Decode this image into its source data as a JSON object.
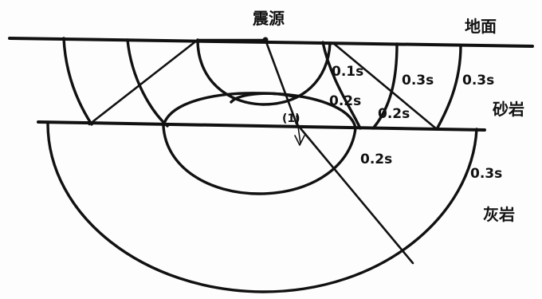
{
  "labels": {
    "source": "震源",
    "ground": "地面",
    "sandstone": "砂岩",
    "limestone": "灰岩",
    "center_mark": "(1)"
  },
  "times": {
    "t01": "0.1s",
    "t02_upper": "0.2s",
    "t02_right": "0.2s",
    "t02_lower": "0.2s",
    "t03_mid": "0.3s",
    "t03_right": "0.3s",
    "t03_lower": "0.3s"
  },
  "colors": {
    "ink": "#111111",
    "paper": "#fdfdfd"
  }
}
